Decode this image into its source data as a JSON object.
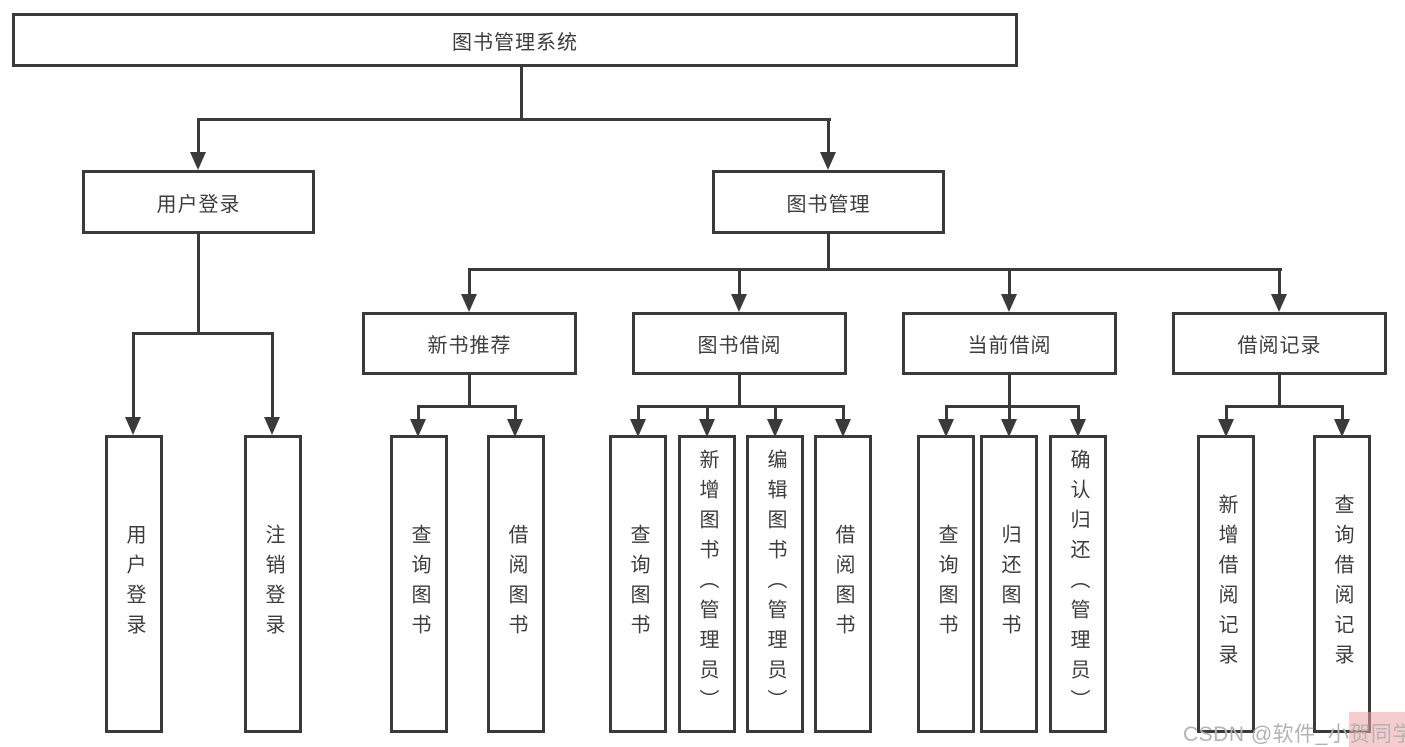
{
  "nodes": {
    "root": "图书管理系统",
    "login": "用户登录",
    "mgmt": "图书管理",
    "rec": "新书推荐",
    "borrow": "图书借阅",
    "current": "当前借阅",
    "record": "借阅记录",
    "leaves": [
      "用户登录",
      "注销登录",
      "查询图书",
      "借阅图书",
      "查询图书",
      "新增图书（管理员）",
      "编辑图书（管理员）",
      "借阅图书",
      "查询图书",
      "归还图书",
      "确认归还（管理员）",
      "新增借阅记录",
      "查询借阅记录"
    ]
  },
  "watermark": {
    "text": "CSDN @软件_小贺同学"
  },
  "colors": {
    "line": "#3a3a3a",
    "text": "#3d3d3d",
    "watermark": "#b3b3b3",
    "watermark_highlight": "#f0a3a7"
  }
}
